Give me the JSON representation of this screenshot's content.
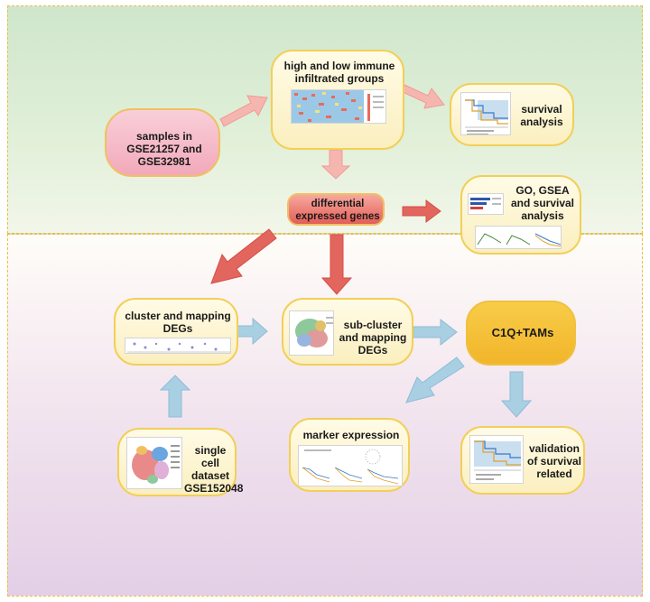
{
  "nodes": {
    "samples": "samples in GSE21257 and GSE32981",
    "immune_groups": "high and low immune infiltrated groups",
    "survival": "survival analysis",
    "degs": "differential expressed genes",
    "go_gsea": "GO, GSEA and survival analysis",
    "cluster_mapping": "cluster and mapping DEGs",
    "subcluster": "sub-cluster and mapping DEGs",
    "c1q_tams": "C1Q+TAMs",
    "single_cell": "single cell dataset GSE152048",
    "marker_expression": "marker expression",
    "validation": "validation of survival related"
  },
  "colors": {
    "node_border": "#f2cf58",
    "node_fill": "#fbefbf",
    "samples_fill": "#f5b7c6",
    "degs_fill": "#e96f6a",
    "c1q_fill": "#f6c133",
    "arrow_pink": "#f6b6b0",
    "arrow_red": "#e3665e",
    "arrow_blue": "#a9cfe3"
  }
}
